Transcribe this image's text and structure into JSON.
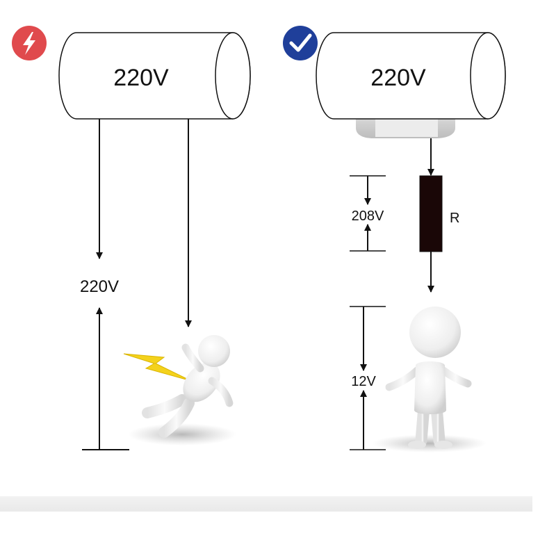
{
  "left_panel": {
    "status": "danger",
    "badge_icon": "lightning-icon",
    "badge_color": "#e04a4d",
    "heater_voltage": "220V",
    "body_voltage": "220V",
    "shock_color": "#f4d21c"
  },
  "right_panel": {
    "status": "safe",
    "badge_icon": "checkmark-icon",
    "badge_color": "#1f3f9a",
    "heater_voltage": "220V",
    "resistor_voltage": "208V",
    "resistor_label": "R",
    "resistor_color": "#1a0707",
    "body_voltage": "12V"
  }
}
